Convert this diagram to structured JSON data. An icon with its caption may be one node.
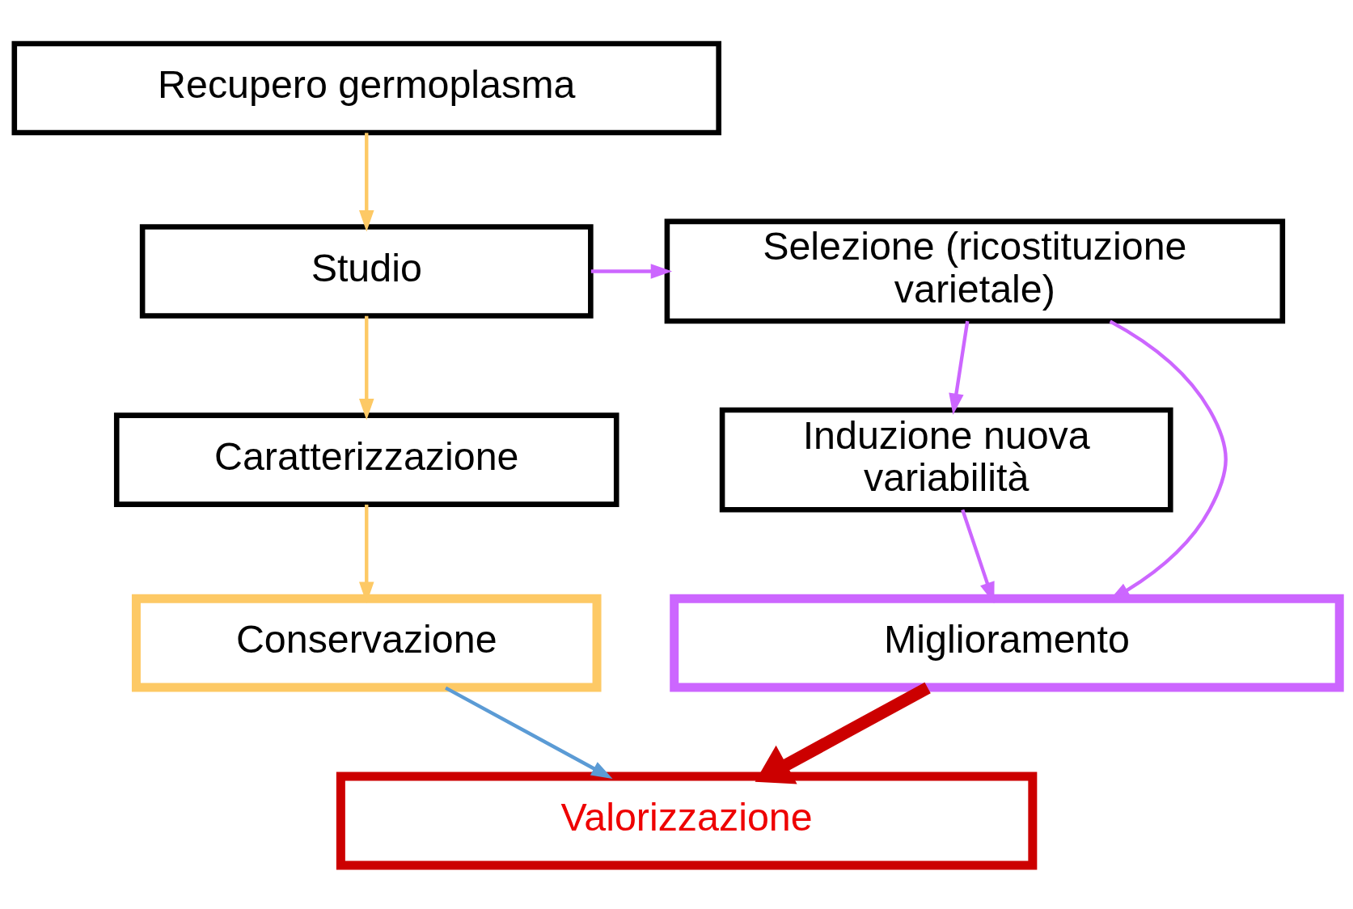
{
  "diagram": {
    "nodes": [
      {
        "text": [
          "Recupero germoplasma"
        ]
      },
      {
        "text": [
          "Studio"
        ]
      },
      {
        "text": [
          "Selezione (ricostituzione varietale)"
        ]
      },
      {
        "text": [
          "Caratterizzazione"
        ]
      },
      {
        "text": [
          "Induzione nuova variabilità"
        ]
      },
      {
        "text": [
          "Conservazione"
        ]
      },
      {
        "text": [
          "Miglioramento"
        ]
      },
      {
        "text": [
          "Valorizzazione"
        ]
      }
    ],
    "edges": [
      {
        "from": 0,
        "to": 1,
        "arrow": "to",
        "color": "#fdc965"
      },
      {
        "from": 1,
        "to": 2,
        "arrow": "to",
        "color": "#cc66ff"
      },
      {
        "from": 1,
        "to": 3,
        "arrow": "to",
        "color": "#fdc965"
      },
      {
        "from": 2,
        "to": 6,
        "arrow": "to",
        "color": "#cc66ff"
      },
      {
        "from": 2,
        "to": 4,
        "arrow": "to",
        "color": "#cc66ff"
      },
      {
        "from": 3,
        "to": 5,
        "arrow": "to",
        "color": "#fdc965"
      },
      {
        "from": 4,
        "to": 6,
        "arrow": "to",
        "color": "#cc66ff"
      },
      {
        "from": 5,
        "to": 7,
        "arrow": "to",
        "color": "#5b9bd5"
      },
      {
        "from": 6,
        "to": 7,
        "arrow": "to",
        "style": "thick",
        "color": "#cc0000"
      }
    ]
  }
}
